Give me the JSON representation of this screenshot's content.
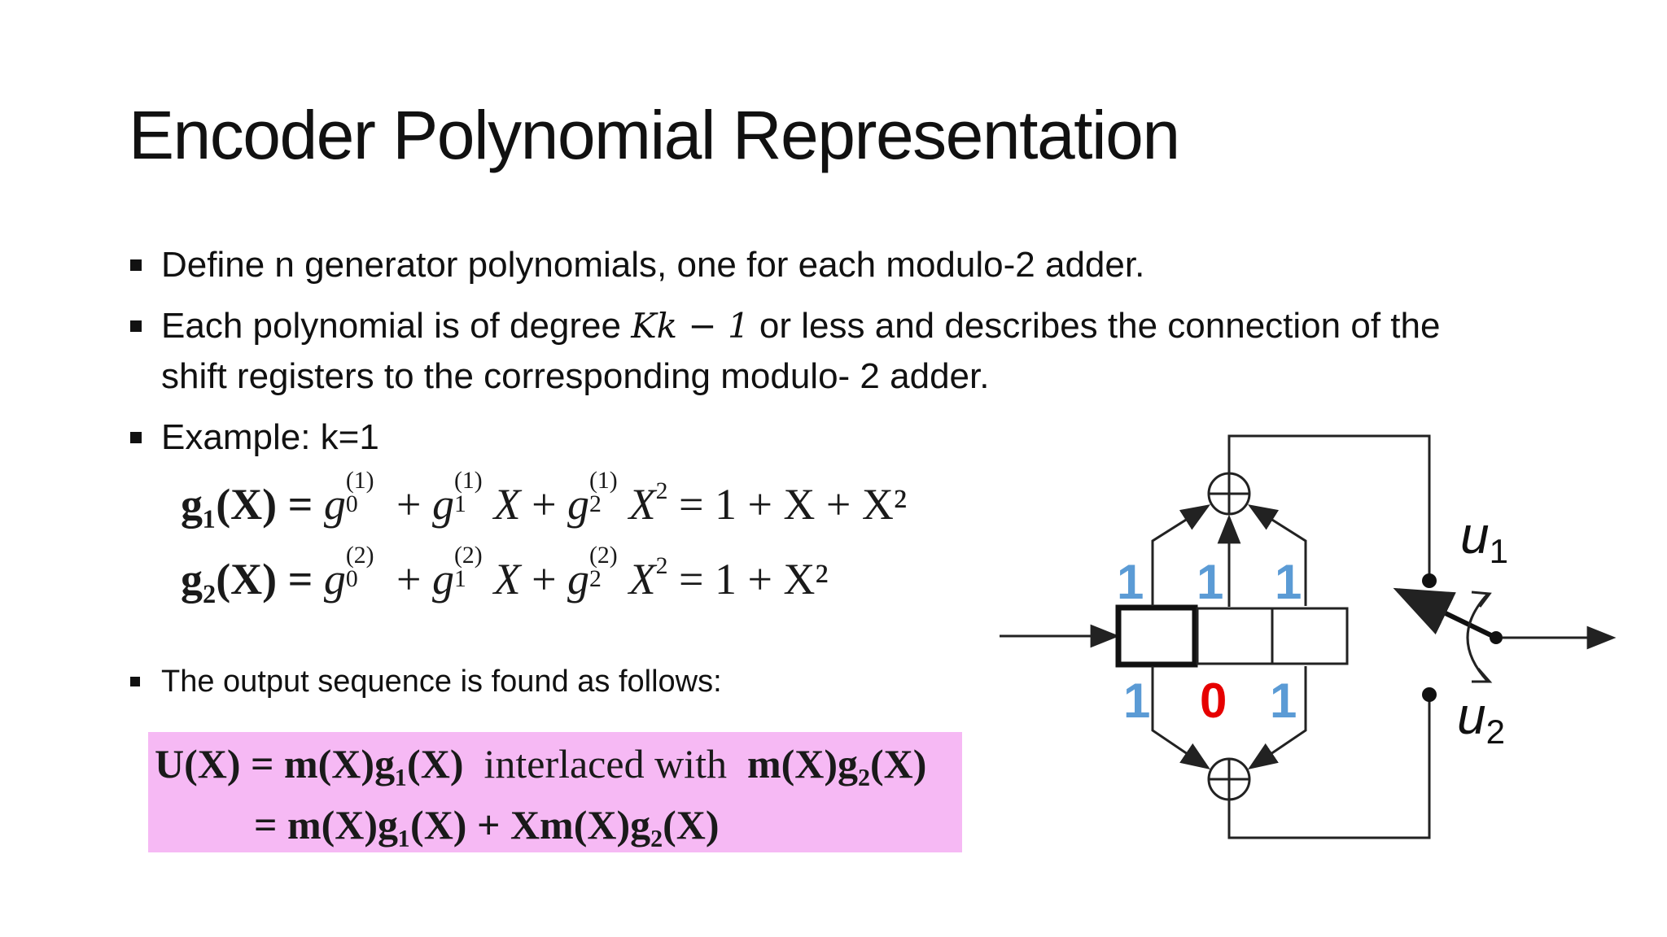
{
  "slide": {
    "title": "Encoder Polynomial Representation",
    "bullets": [
      {
        "text": "Define n generator polynomials, one for each modulo-2 adder."
      },
      {
        "pre": "Each polynomial is of degree ",
        "math": "Kk − 1",
        "post": " or less and describes the connection of the",
        "line2": "shift registers to the corresponding modulo- 2 adder."
      },
      {
        "text": "Example: k=1"
      },
      {
        "text": "The output sequence is found as follows:"
      }
    ],
    "equations": {
      "g1_lhs": "g₁(X) =",
      "g1_rhs": "= 1 + X + X²",
      "g2_lhs": "g₂(X) =",
      "g2_rhs": "= 1 + X²",
      "u_line1_a": "U(X) = m(X)g₁(X)",
      "u_line1_mid": "interlaced with",
      "u_line1_b": "m(X)g₂(X)",
      "u_line2": "= m(X)g₁(X) + Xm(X)g₂(X)"
    },
    "diagram": {
      "top_bits": [
        "1",
        "1",
        "1"
      ],
      "bottom_bits": [
        "1",
        "0",
        "1"
      ],
      "output_label_1": "u",
      "output_sub_1": "1",
      "output_label_2": "u",
      "output_sub_2": "2",
      "colors": {
        "bit_blue": "#5b9bd5",
        "bit_red": "#e60000",
        "line": "#222222"
      }
    }
  }
}
